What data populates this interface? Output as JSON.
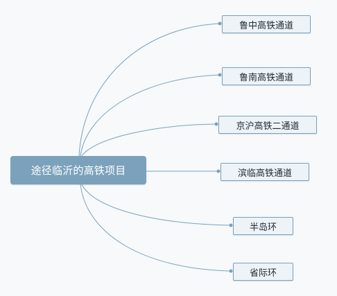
{
  "colors": {
    "background": "#f7f9fa",
    "root_fill": "#7ba1bb",
    "node_fill": "#eef3f7",
    "node_border": "#7ba1bb",
    "connector": "#7ba1bb"
  },
  "mindmap": {
    "root": {
      "label": "途径临沂的高铁项目"
    },
    "children": [
      {
        "label": "鲁中高铁通道"
      },
      {
        "label": "鲁南高铁通道"
      },
      {
        "label": "京沪高铁二通道"
      },
      {
        "label": "滨临高铁通道"
      },
      {
        "label": "半岛环"
      },
      {
        "label": "省际环"
      }
    ]
  }
}
